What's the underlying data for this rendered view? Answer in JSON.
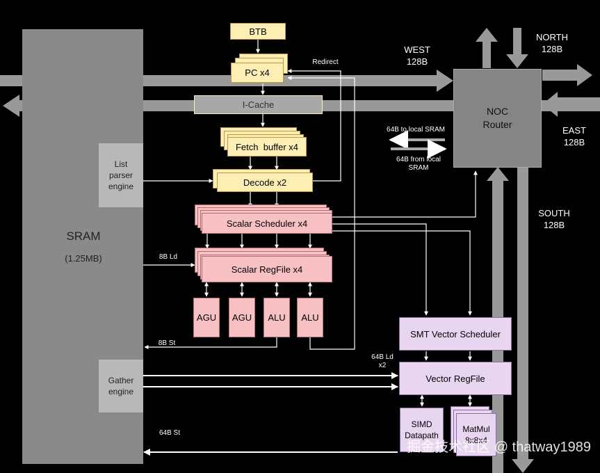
{
  "sram": {
    "title": "SRAM",
    "size": "(1.25MB)"
  },
  "list_parser": "List\nparser\nengine",
  "gather_engine": "Gather\nengine",
  "btb": "BTB",
  "pc": "PC x4",
  "redirect": "Redirect",
  "icache": "I-Cache",
  "fetch_buffer": "Fetch  buffer x4",
  "decode": "Decode x2",
  "scalar_scheduler": "Scalar Scheduler x4",
  "scalar_regfile": "Scalar RegFile x4",
  "units": [
    "AGU",
    "AGU",
    "ALU",
    "ALU"
  ],
  "noc": {
    "title": "NOC\nRouter"
  },
  "directions": {
    "west": "WEST\n128B",
    "north": "NORTH\n128B",
    "east": "EAST\n128B",
    "south": "SOUTH\n128B"
  },
  "local_sram": {
    "to": "64B to local SRAM",
    "from": "64B from local\nSRAM"
  },
  "labels": {
    "ld8": "8B Ld",
    "st8": "8B St",
    "ld64": "64B Ld\nx2",
    "st64": "64B St"
  },
  "smt_vector_scheduler": "SMT Vector Scheduler",
  "vector_regfile": "Vector RegFile",
  "simd": "SIMD\nDatapath",
  "matmul": "MatMul\n8x8x4",
  "watermark": "掘金技术社区 @ thatway1989"
}
